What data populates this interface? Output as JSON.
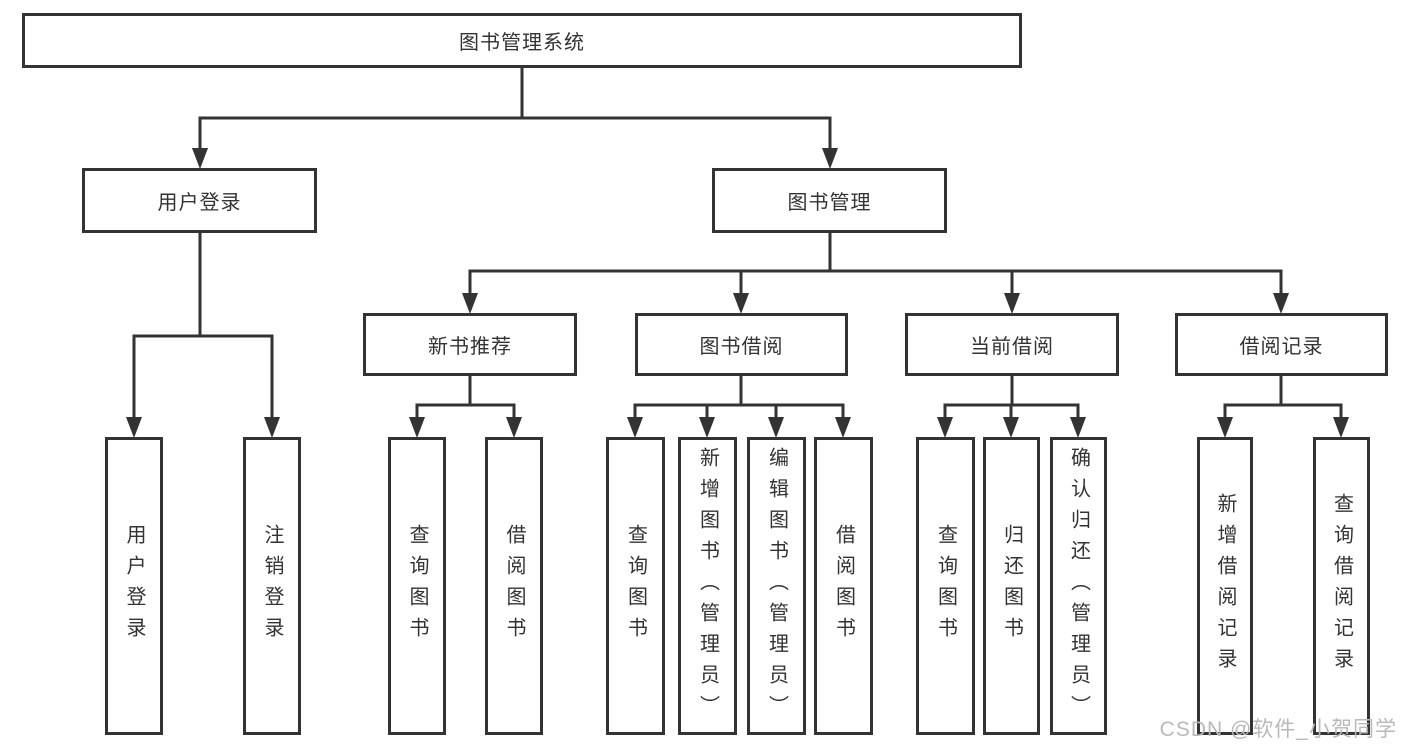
{
  "title": {
    "label": "图书管理系统"
  },
  "tree": {
    "user": {
      "label": "用户登录"
    },
    "user_children": [
      {
        "label": "用户登录"
      },
      {
        "label": "注销登录"
      }
    ],
    "mgmt": {
      "label": "图书管理"
    },
    "mgmt_children": [
      {
        "label": "新书推荐"
      },
      {
        "label": "图书借阅"
      },
      {
        "label": "当前借阅"
      },
      {
        "label": "借阅记录"
      }
    ],
    "new_book_children": [
      {
        "label": "查询图书"
      },
      {
        "label": "借阅图书"
      }
    ],
    "borrow_children": [
      {
        "label": "查询图书"
      },
      {
        "label": "新增图书（管理员）"
      },
      {
        "label": "编辑图书（管理员）"
      },
      {
        "label": "借阅图书"
      }
    ],
    "current_children": [
      {
        "label": "查询图书"
      },
      {
        "label": "归还图书"
      },
      {
        "label": "确认归还（管理员）"
      }
    ],
    "record_children": [
      {
        "label": "新增借阅记录"
      },
      {
        "label": "查询借阅记录"
      }
    ]
  },
  "watermark": {
    "text": "CSDN @软件_小贺同学"
  },
  "colors": {
    "line": "#333333",
    "text": "#333333",
    "watermark_text": "#b9b9b9",
    "background": "#ffffff"
  }
}
